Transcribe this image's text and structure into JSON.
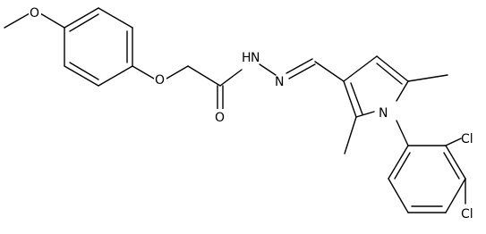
{
  "colors": {
    "bond": "#000000",
    "background": "#ffffff"
  },
  "atoms": {
    "o_methoxy": "O",
    "o_ether": "O",
    "o_carbonyl": "O",
    "n_amide": "N",
    "h_amide": "H",
    "n_imine": "N",
    "n_pyrrole": "N",
    "cl_ortho": "Cl",
    "cl_para": "Cl"
  }
}
